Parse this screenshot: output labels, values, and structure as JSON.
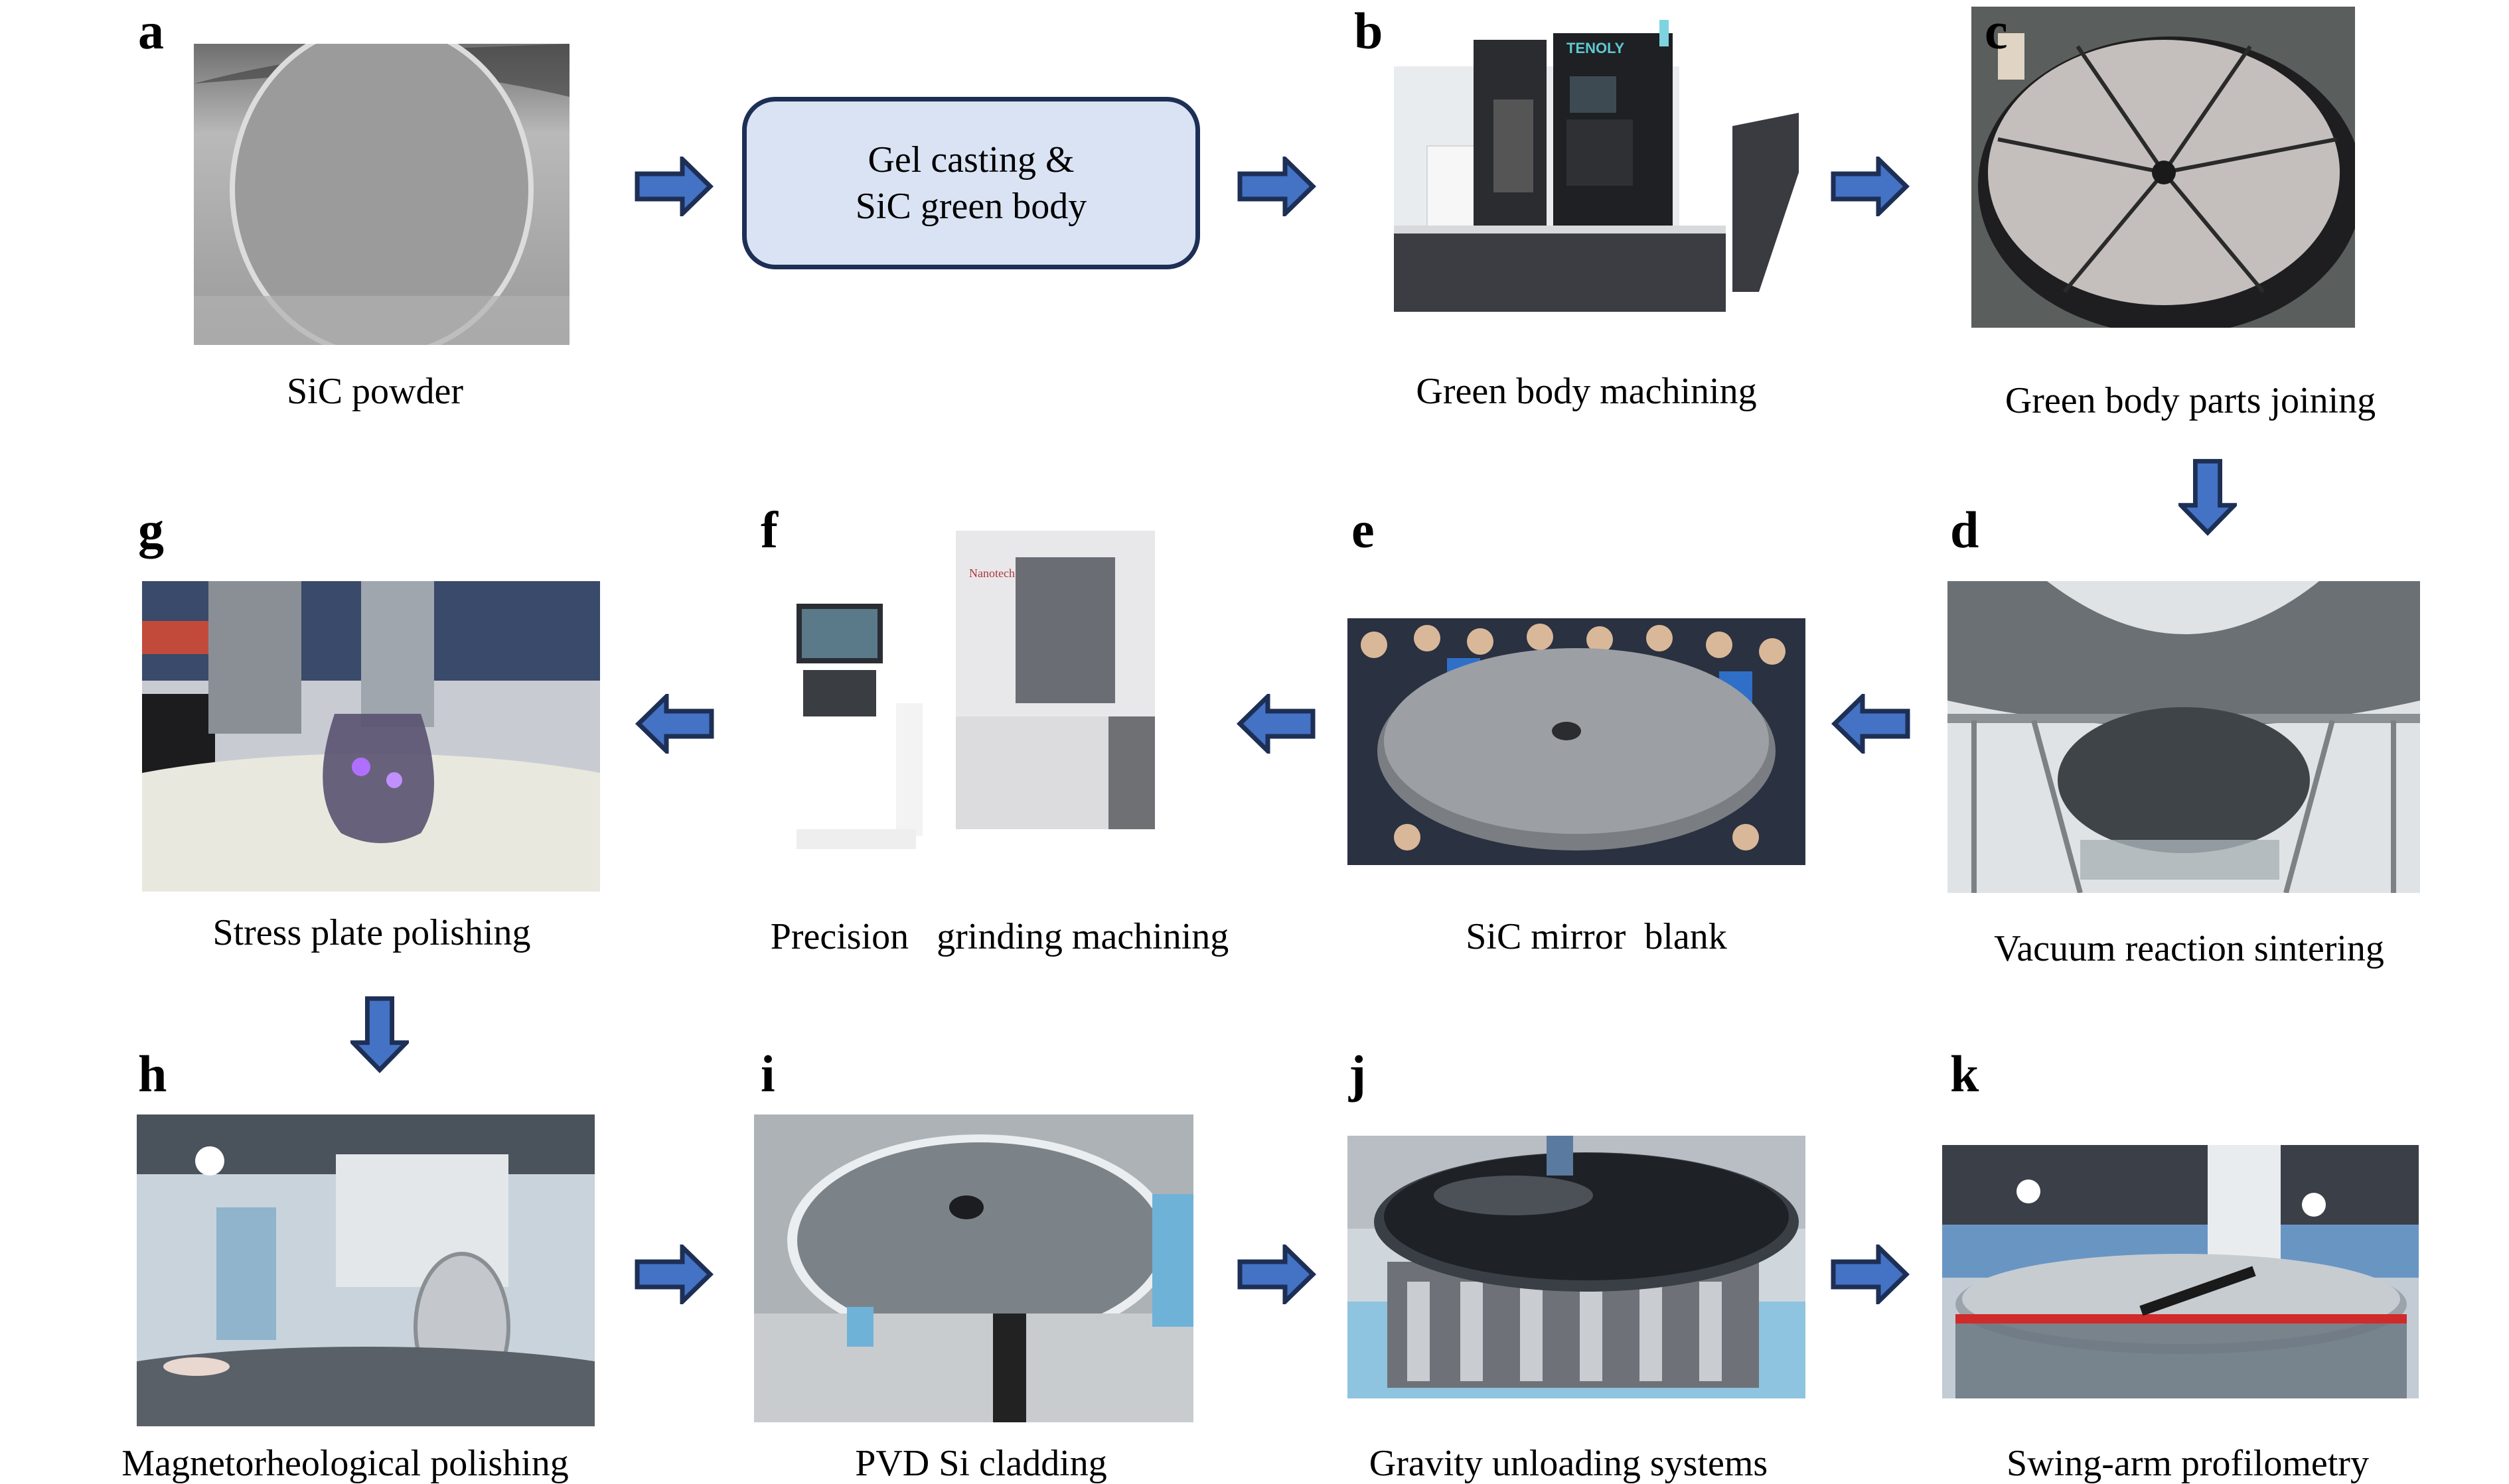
{
  "figure": {
    "arrow_fill": "#4472c4",
    "arrow_stroke": "#1d2f55",
    "box_fill": "#dae3f3",
    "box_stroke": "#1d2f55"
  },
  "process_box": {
    "line1": "Gel casting &",
    "line2": "SiC green body"
  },
  "panels": {
    "a": {
      "letter": "a",
      "caption": "SiC powder",
      "image": "SiC powder disc photo"
    },
    "b": {
      "letter": "b",
      "caption": "Green body machining",
      "image": "CNC lathe machine photo",
      "brand_text": "TENOLY"
    },
    "c": {
      "letter": "c",
      "caption": "Green body parts joining",
      "image": "large circular green body with radial fixture"
    },
    "d": {
      "letter": "d",
      "caption": "Vacuum reaction sintering",
      "image": "vacuum sintering furnace"
    },
    "e": {
      "letter": "e",
      "caption": "SiC mirror  blank",
      "image": "SiC mirror blank with team"
    },
    "f": {
      "letter": "f",
      "caption": "Precision   grinding machining",
      "image": "precision grinding machine",
      "brand_text": "Nanotech"
    },
    "g": {
      "letter": "g",
      "caption": "Stress plate polishing",
      "image": "stress plate polishing head"
    },
    "h": {
      "letter": "h",
      "caption": "Magnetorheological polishing",
      "image": "magnetorheological polishing machine"
    },
    "i": {
      "letter": "i",
      "caption": "PVD Si cladding",
      "image": "PVD coating chamber with mirror"
    },
    "j": {
      "letter": "j",
      "caption": "Gravity unloading systems",
      "image": "mirror on gravity unloading support"
    },
    "k": {
      "letter": "k",
      "caption": "Swing-arm profilometry",
      "image": "swing-arm profilometer over mirror"
    }
  },
  "arrows": [
    {
      "from": "a",
      "to": "process_box",
      "direction": "right"
    },
    {
      "from": "process_box",
      "to": "b",
      "direction": "right"
    },
    {
      "from": "b",
      "to": "c",
      "direction": "right"
    },
    {
      "from": "c",
      "to": "d",
      "direction": "down"
    },
    {
      "from": "d",
      "to": "e",
      "direction": "left"
    },
    {
      "from": "e",
      "to": "f",
      "direction": "left"
    },
    {
      "from": "f",
      "to": "g",
      "direction": "left"
    },
    {
      "from": "g",
      "to": "h",
      "direction": "down"
    },
    {
      "from": "h",
      "to": "i",
      "direction": "right"
    },
    {
      "from": "i",
      "to": "j",
      "direction": "right"
    },
    {
      "from": "j",
      "to": "k",
      "direction": "right"
    }
  ]
}
